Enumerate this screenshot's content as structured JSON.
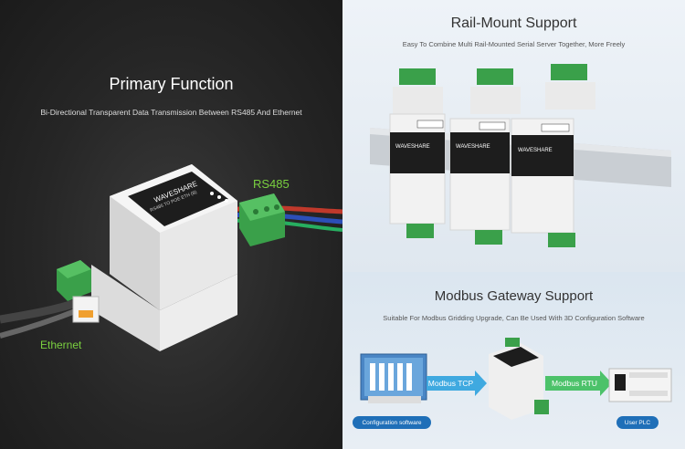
{
  "left": {
    "title": "Primary Function",
    "subtitle": "Bi-Directional Transparent Data Transmission Between RS485 And Ethernet",
    "rs485_label": "RS485",
    "ethernet_label": "Ethernet"
  },
  "right_top": {
    "title": "Rail-Mount Support",
    "subtitle": "Easy To Combine Multi Rail-Mounted Serial Server Together, More Freely"
  },
  "right_bottom": {
    "title": "Modbus Gateway Support",
    "subtitle": "Suitable For Modbus Gridding Upgrade, Can Be Used With 3D Configuration Software",
    "modbus_tcp": "Modbus TCP",
    "modbus_rtu": "Modbus RTU",
    "config_software": "Configuration software",
    "user_plc": "User PLC"
  },
  "device": {
    "brand": "WAVESHARE",
    "model": "RS485 TO POE ETH (B)"
  },
  "colors": {
    "accent_green": "#7ad03f",
    "arrow_blue": "#3fa9e0",
    "arrow_green": "#4cc26a",
    "pill_blue": "#1f6fb8"
  }
}
